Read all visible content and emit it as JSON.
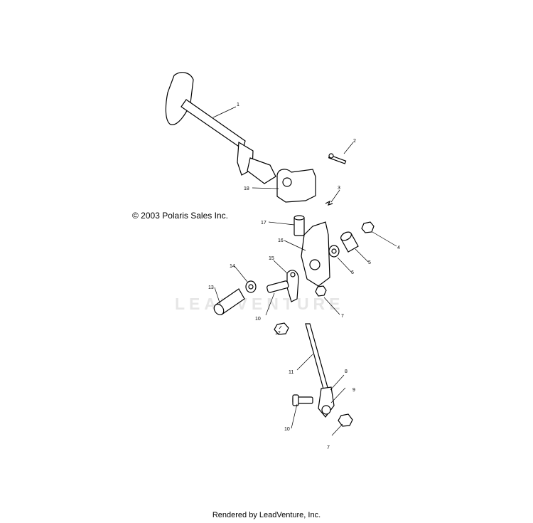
{
  "copyright": "© 2003 Polaris Sales Inc.",
  "footer": "Rendered by LeadVenture, Inc.",
  "watermark": "LEADVENTURE",
  "callouts": [
    {
      "id": "c1",
      "label": "1"
    },
    {
      "id": "c2",
      "label": "2"
    },
    {
      "id": "c3",
      "label": "3"
    },
    {
      "id": "c4",
      "label": "4"
    },
    {
      "id": "c5",
      "label": "5"
    },
    {
      "id": "c6",
      "label": "6"
    },
    {
      "id": "c7a",
      "label": "7"
    },
    {
      "id": "c7b",
      "label": "7"
    },
    {
      "id": "c8",
      "label": "8"
    },
    {
      "id": "c9",
      "label": "9"
    },
    {
      "id": "c10a",
      "label": "10"
    },
    {
      "id": "c10b",
      "label": "10"
    },
    {
      "id": "c11",
      "label": "11"
    },
    {
      "id": "c12",
      "label": "12"
    },
    {
      "id": "c13",
      "label": "13"
    },
    {
      "id": "c14",
      "label": "14"
    },
    {
      "id": "c15",
      "label": "15"
    },
    {
      "id": "c16",
      "label": "16"
    },
    {
      "id": "c17",
      "label": "17"
    },
    {
      "id": "c18",
      "label": "18"
    }
  ]
}
